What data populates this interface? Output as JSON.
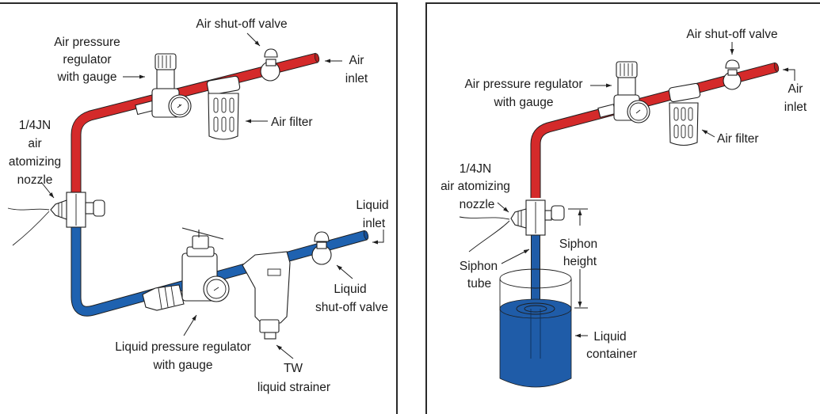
{
  "colors": {
    "air_pipe": "#d42a2a",
    "liquid_pipe": "#1f62b0",
    "liquid_fill": "#1f5ca8",
    "frame": "#2a2a2a",
    "text": "#1c1c1c"
  },
  "left_panel": {
    "title": "Pressure-fed air atomizing setup",
    "labels": {
      "air_shutoff_valve": "Air shut-off valve",
      "air_regulator": [
        "Air pressure",
        "regulator",
        "with gauge"
      ],
      "air_inlet": [
        "Air",
        "inlet"
      ],
      "air_filter": "Air filter",
      "nozzle": [
        "1/4JN",
        "air",
        "atomizing",
        "nozzle"
      ],
      "liquid_inlet": [
        "Liquid",
        "inlet"
      ],
      "liquid_shutoff_valve": [
        "Liquid",
        "shut-off valve"
      ],
      "liquid_regulator": [
        "Liquid pressure regulator",
        "with gauge"
      ],
      "strainer": [
        "TW",
        "liquid strainer"
      ]
    }
  },
  "right_panel": {
    "title": "Siphon-fed air atomizing setup",
    "labels": {
      "air_shutoff_valve": "Air shut-off valve",
      "air_regulator": [
        "Air pressure regulator",
        "with gauge"
      ],
      "air_inlet": [
        "Air",
        "inlet"
      ],
      "air_filter": "Air filter",
      "nozzle": [
        "1/4JN",
        "air atomizing",
        "nozzle"
      ],
      "siphon_tube": [
        "Siphon",
        "tube"
      ],
      "siphon_height": [
        "Siphon",
        "height"
      ],
      "liquid_container": [
        "Liquid",
        "container"
      ]
    }
  }
}
